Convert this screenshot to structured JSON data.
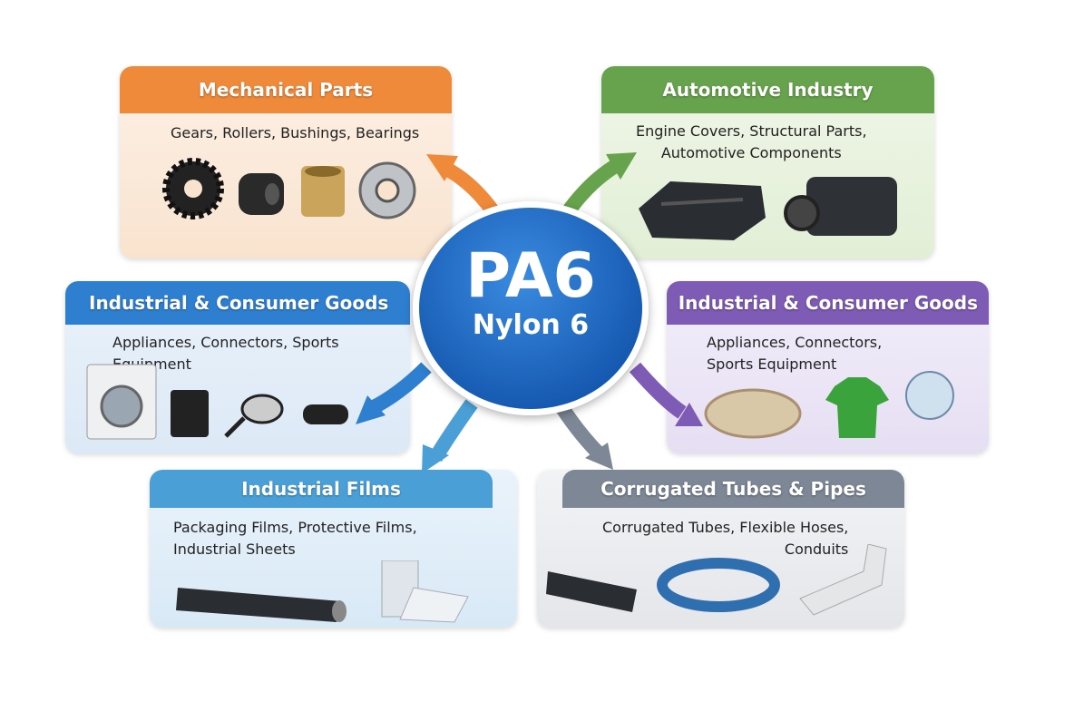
{
  "center": {
    "title": "PA6",
    "subtitle": "Nylon 6",
    "color": "#1f6fc8"
  },
  "panels": [
    {
      "title": "Mechanical Parts",
      "description": "Gears, Rollers, Bushings, Bearings",
      "color": "#ef8a3b"
    },
    {
      "title": "Automotive Industry",
      "description_lines": [
        "Engine Covers, Structural Parts,",
        "Automotive Components"
      ],
      "color": "#67a34c"
    },
    {
      "title": "Industrial & Consumer Goods",
      "description": "Appliances, Connectors, Sports Equipment",
      "color": "#2f7fd0"
    },
    {
      "title": "Industrial & Consumer Goods",
      "description_lines": [
        "Appliances, Connectors,",
        "Sports Equipment"
      ],
      "color": "#7e5bb5"
    },
    {
      "title": "Industrial Films",
      "description_lines": [
        "Packaging Films, Protective Films,",
        "Industrial Sheets"
      ],
      "color": "#4aa0d6"
    },
    {
      "title": "Corrugated Tubes & Pipes",
      "description_lines": [
        "Corrugated Tubes, Flexible Hoses,",
        "Conduits"
      ],
      "color": "#7d8796"
    }
  ]
}
